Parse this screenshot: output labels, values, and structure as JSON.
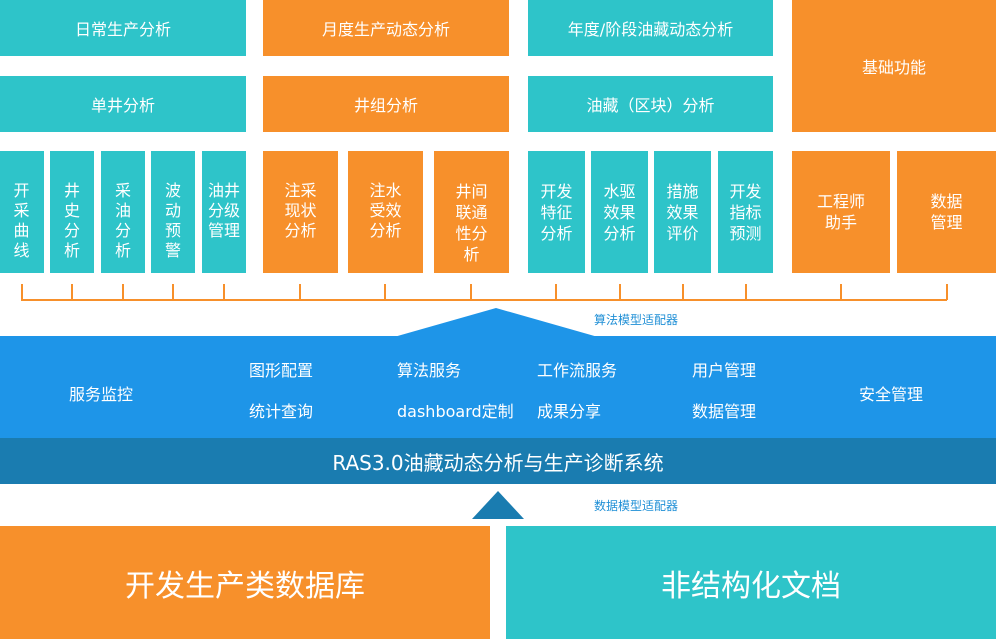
{
  "colors": {
    "teal": "#2ec4c9",
    "orange": "#f7902b",
    "blue": "#1e95e8",
    "dark_blue": "#1a7cb0"
  },
  "row1": {
    "daily": "日常生产分析",
    "monthly": "月度生产动态分析",
    "annual": "年度/阶段油藏动态分析",
    "basic": "基础功能"
  },
  "row2": {
    "single_well": "单井分析",
    "well_group": "井组分析",
    "reservoir": "油藏（区块）分析"
  },
  "row3": {
    "curve": "开采曲线",
    "history": "井史分析",
    "oil_prod": "采油分析",
    "fluct": "波动预警",
    "oil_well_class": "油井分级管理",
    "injection": "注采现状分析",
    "water_effect": "注水受效分析",
    "interwell": [
      "井间",
      "联通",
      "性分",
      "析"
    ],
    "dev_feature": [
      "开发",
      "特征",
      "分析"
    ],
    "water_drive": [
      "水驱",
      "效果",
      "分析"
    ],
    "measures": [
      "措施",
      "效果",
      "评价"
    ],
    "dev_index": [
      "开发",
      "指标",
      "预测"
    ],
    "engineer": [
      "工程师",
      "助手"
    ],
    "data_mgmt": [
      "数据",
      "管理"
    ]
  },
  "algo_adapter": "算法模型适配器",
  "services": {
    "monitor": "服务监控",
    "graph_config": "图形配置",
    "stats_query": "统计查询",
    "algo_service": "算法服务",
    "dashboard": "dashboard定制",
    "workflow": "工作流服务",
    "result_share": "成果分享",
    "user_mgmt": "用户管理",
    "data_mgmt": "数据管理",
    "security": "安全管理"
  },
  "system_title": "RAS3.0油藏动态分析与生产诊断系统",
  "data_adapter": "数据模型适配器",
  "bottom": {
    "db": "开发生产类数据库",
    "docs": "非结构化文档"
  }
}
